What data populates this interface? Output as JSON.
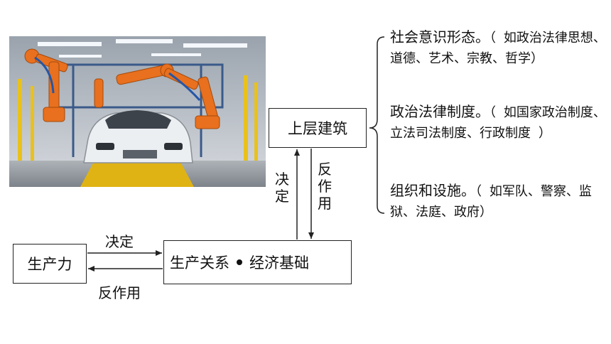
{
  "diagram": {
    "boxes": {
      "productivity": "生产力",
      "relations_prefix": "生产关系",
      "relations_suffix": "经济基础",
      "superstructure": "上层建筑"
    },
    "edges": {
      "top_decides": "决定",
      "bottom_reacts": "反作用",
      "vertical_decides": "决定",
      "vertical_reacts": "反作用"
    },
    "superstructure_items": [
      {
        "lead": "社会意识形态。",
        "detail": "（ 如政治法律思想、道德、艺术、宗教、哲学）"
      },
      {
        "lead": "政治法律制度。",
        "detail": "（ 如国家政治制度、立法司法制度、行政制度 ）"
      },
      {
        "lead": "组织和设施。",
        "detail": "（ 如军队、警察、监狱、法庭、政府）"
      }
    ]
  },
  "colors": {
    "robot_orange": "#e8701e",
    "line": "#222222"
  },
  "photo": {
    "description_icon": "factory-robot-assembly-photo"
  }
}
